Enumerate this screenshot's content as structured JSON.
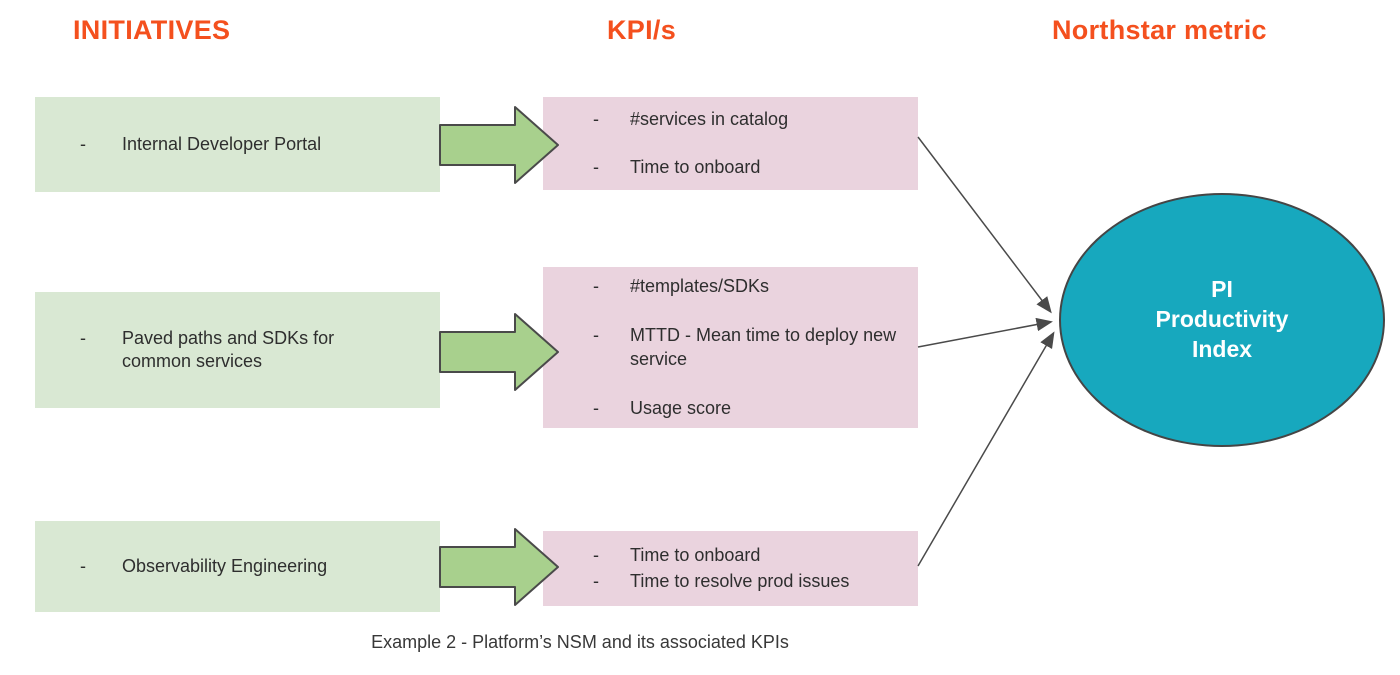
{
  "colors": {
    "header_accent": "#F4501E",
    "initiative_box_fill": "#D9E8D3",
    "arrow_fill": "#A8D08D",
    "kpi_box_fill": "#EAD3DE",
    "northstar_fill": "#17A8BE",
    "outline": "#454545",
    "body_text": "#2E2E2E"
  },
  "bullet": "-",
  "headers": {
    "initiatives": "INITIATIVES",
    "kpis": "KPI/s",
    "northstar": "Northstar metric"
  },
  "initiatives": [
    {
      "text": "Internal Developer Portal"
    },
    {
      "text": "Paved paths and SDKs for common services"
    },
    {
      "text": "Observability Engineering"
    }
  ],
  "kpi_groups": [
    {
      "items": [
        "#services in catalog",
        "Time to onboard"
      ]
    },
    {
      "items": [
        "#templates/SDKs",
        "MTTD - Mean time to deploy new service",
        "Usage score"
      ]
    },
    {
      "items": [
        "Time to onboard",
        "Time to resolve prod issues"
      ]
    }
  ],
  "northstar": {
    "lines": [
      "PI",
      "Productivity",
      "Index"
    ]
  },
  "caption": "Example 2 - Platform’s NSM and its associated KPIs"
}
